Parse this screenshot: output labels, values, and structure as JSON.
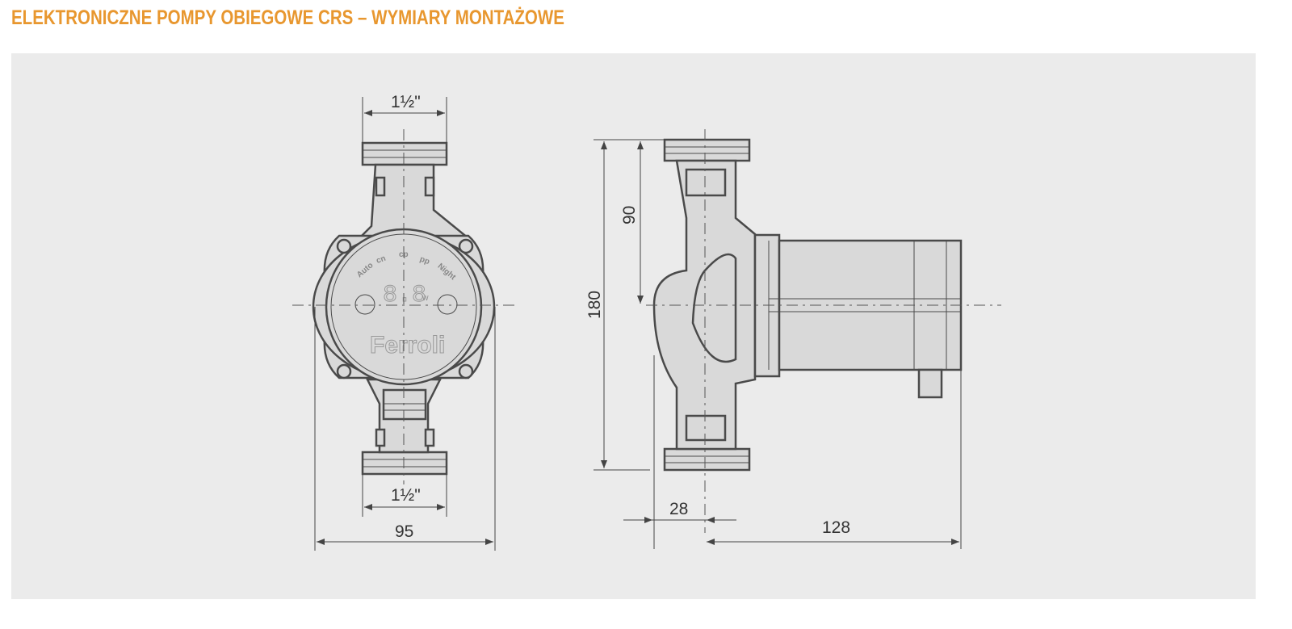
{
  "title": "ELEKTRONICZNE POMPY OBIEGOWE CRS – WYMIARY MONTAŻOWE",
  "front_view": {
    "dim_top": "1½\"",
    "dim_bottom": "1½\"",
    "dim_width": "95",
    "panel_labels": [
      "Auto",
      "cn",
      "cp",
      "pp",
      "Night"
    ],
    "display": "8.8",
    "unit": "W",
    "brand": "Ferroli"
  },
  "side_view": {
    "dim_height": "180",
    "dim_axis": "90",
    "dim_offset": "28",
    "dim_length": "128"
  }
}
